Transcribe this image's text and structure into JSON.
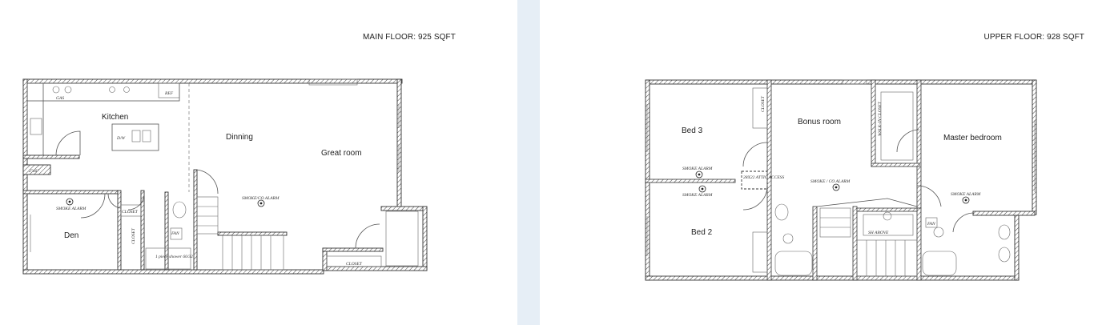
{
  "main_floor": {
    "title": "MAIN FLOOR: 925 SQFT",
    "rooms": {
      "kitchen": "Kitchen",
      "dinning": "Dinning",
      "great_room": "Great room",
      "den": "Den"
    },
    "notes": {
      "smoke_alarm_den": "SMOKE ALARM",
      "smoke_co_alarm": "SMOKE/CO ALARM",
      "closet_1": "CLOSET",
      "closet_2": "CLOSET",
      "closet_3": "CLOSET",
      "dw": "D/W",
      "fan": "FAN",
      "shower": "1 piece shower 60/32",
      "two_by_six": "2\"x6\"",
      "gas": "GAS",
      "fridge": "REF"
    }
  },
  "upper_floor": {
    "title": "UPPER FLOOR: 928 SQFT",
    "rooms": {
      "bed3": "Bed 3",
      "bed2": "Bed 2",
      "bonus": "Bonus room",
      "master": "Master bedroom"
    },
    "notes": {
      "smoke_alarm_bed3": "SMOKE ALARM",
      "smoke_alarm_bed2": "SMOKE ALARM",
      "smoke_co_alarm": "SMOKE / CO ALARM",
      "smoke_alarm_master": "SMOKE ALARM",
      "attic_access": "28X22 ATTIC ACCESS",
      "walk_in_closet": "WALK-IN CLOSET",
      "closet": "CLOSET",
      "sh_above": "SH ABOVE",
      "fan": "FAN"
    }
  },
  "colors": {
    "divider": "#e6eef6",
    "wall_line": "#333333"
  }
}
